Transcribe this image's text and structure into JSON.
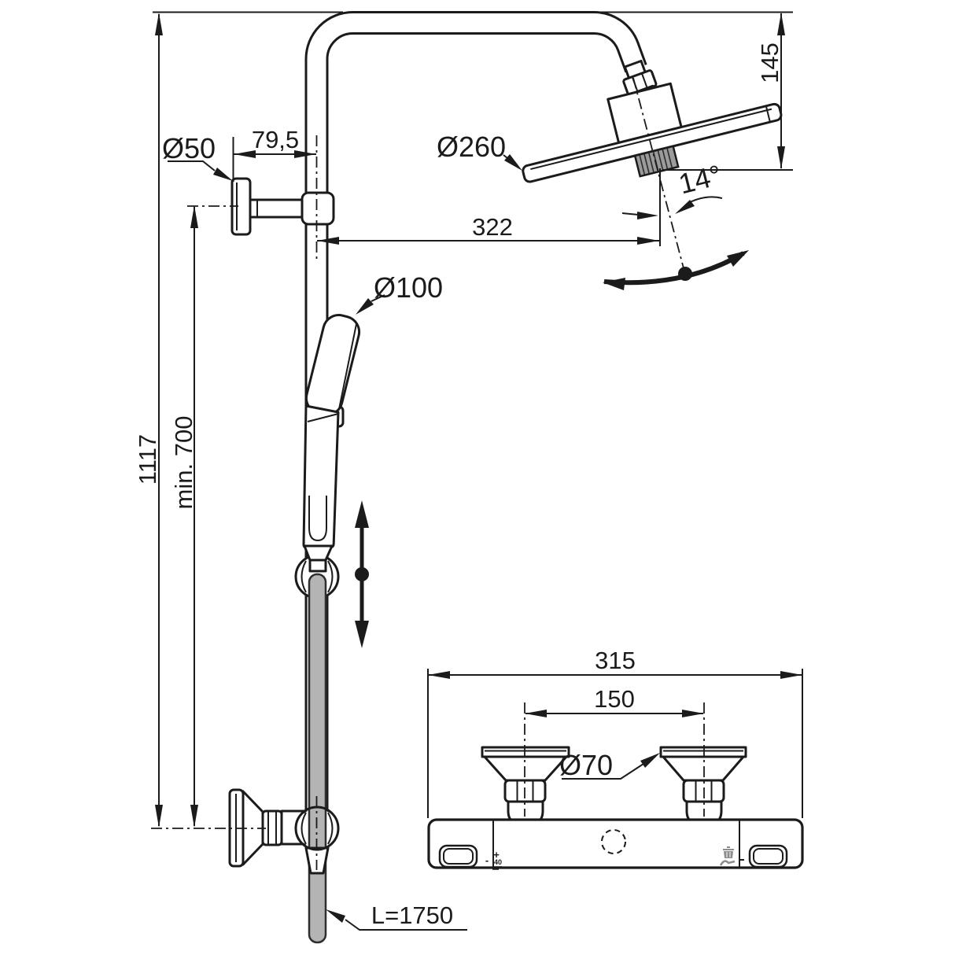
{
  "drawing": {
    "dims": {
      "total_height": "1117",
      "min_height": "min. 700",
      "flange_d": "Ø50",
      "wall_offset": "79,5",
      "head_d": "Ø260",
      "reach": "322",
      "head_drop": "145",
      "tilt_angle": "14°",
      "handspray_d": "Ø100",
      "hose_len": "L=1750",
      "mixer_width": "315",
      "inlet_spacing": "150",
      "rosette_d": "Ø70"
    },
    "valve_marks": {
      "plus": "+",
      "minus": "-",
      "temp": "40"
    },
    "icons": {
      "knurled_collar": "knurled-adjuster-collar",
      "cleaning": "cleaning-icon",
      "flow": "water-flow-icon"
    },
    "colors": {
      "line": "#1b1b1b",
      "hose_fill": "#b4b4b4",
      "knurl_fill": "#9b9b9b",
      "icon_gray": "#8c8c8c",
      "background": "#ffffff"
    }
  }
}
